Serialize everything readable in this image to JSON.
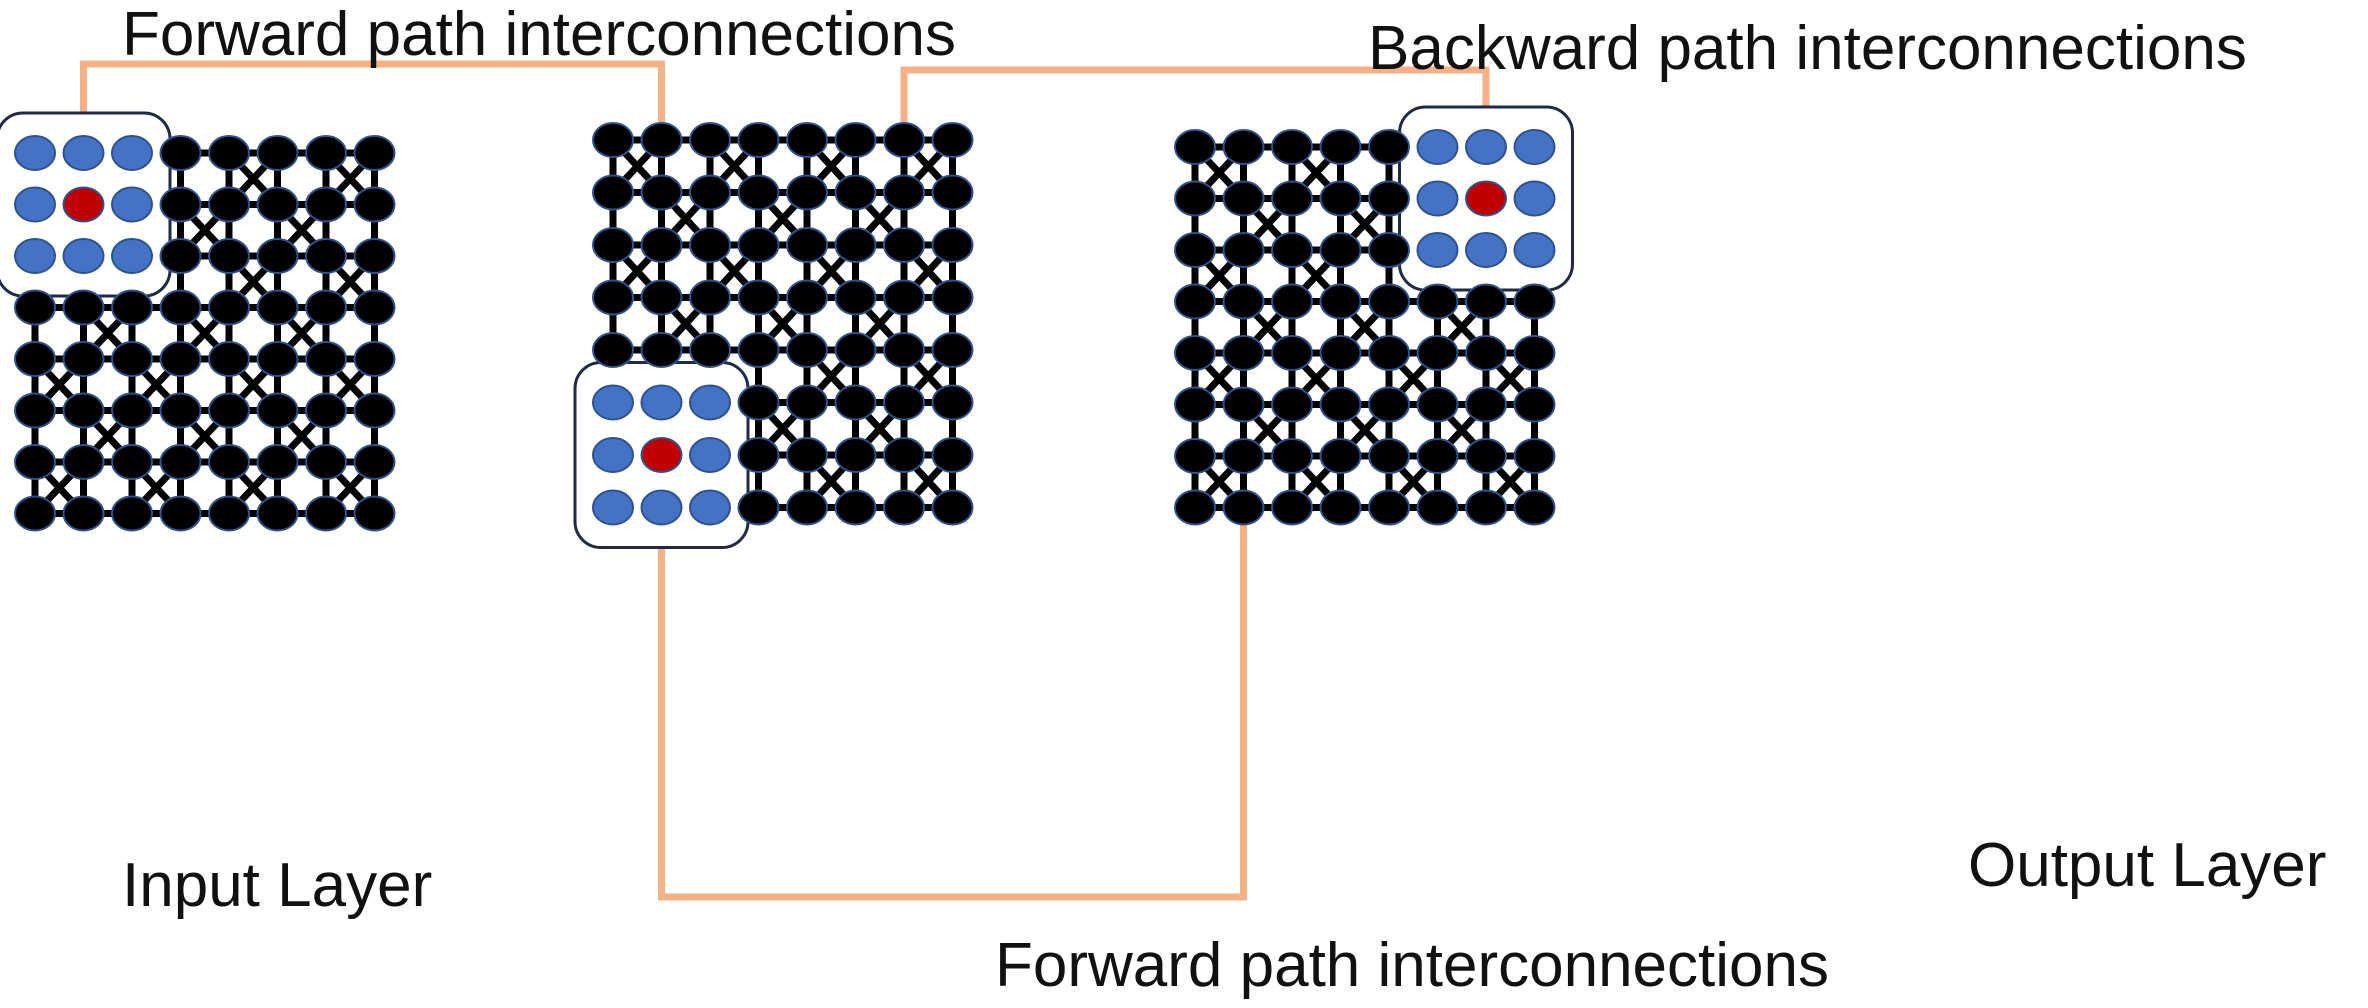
{
  "labels": {
    "forward_top": "Forward path interconnections",
    "backward_top": "Backward path interconnections",
    "input_layer": "Input Layer",
    "output_layer": "Output Layer",
    "forward_bottom": "Forward path interconnections"
  },
  "colors": {
    "node": "#000000",
    "node_outline": "#2f528f",
    "neighborhood_node": "#4472c4",
    "center_node": "#c00000",
    "edge": "#000000",
    "connector": "#f4b183",
    "highlight_box": "#1f2a44"
  },
  "layers": [
    {
      "name": "input-layer",
      "rows": 8,
      "cols": 8,
      "neighborhood_rows": 3,
      "neighborhood_cols": 3,
      "neighborhood_corner": "top-left"
    },
    {
      "name": "hidden-layer",
      "rows": 8,
      "cols": 8,
      "neighborhood_rows": 3,
      "neighborhood_cols": 3,
      "neighborhood_corner": "bottom-left"
    },
    {
      "name": "output-layer",
      "rows": 8,
      "cols": 8,
      "neighborhood_rows": 3,
      "neighborhood_cols": 3,
      "neighborhood_corner": "top-right"
    }
  ],
  "connections": [
    {
      "name": "forward-connector-top",
      "from": "input-layer",
      "to": "hidden-layer",
      "label_key": "forward_top"
    },
    {
      "name": "backward-connector-top",
      "from": "output-layer",
      "to": "hidden-layer",
      "label_key": "backward_top"
    },
    {
      "name": "forward-connector-bottom",
      "from": "hidden-layer",
      "to": "output-layer",
      "label_key": "forward_bottom"
    }
  ]
}
